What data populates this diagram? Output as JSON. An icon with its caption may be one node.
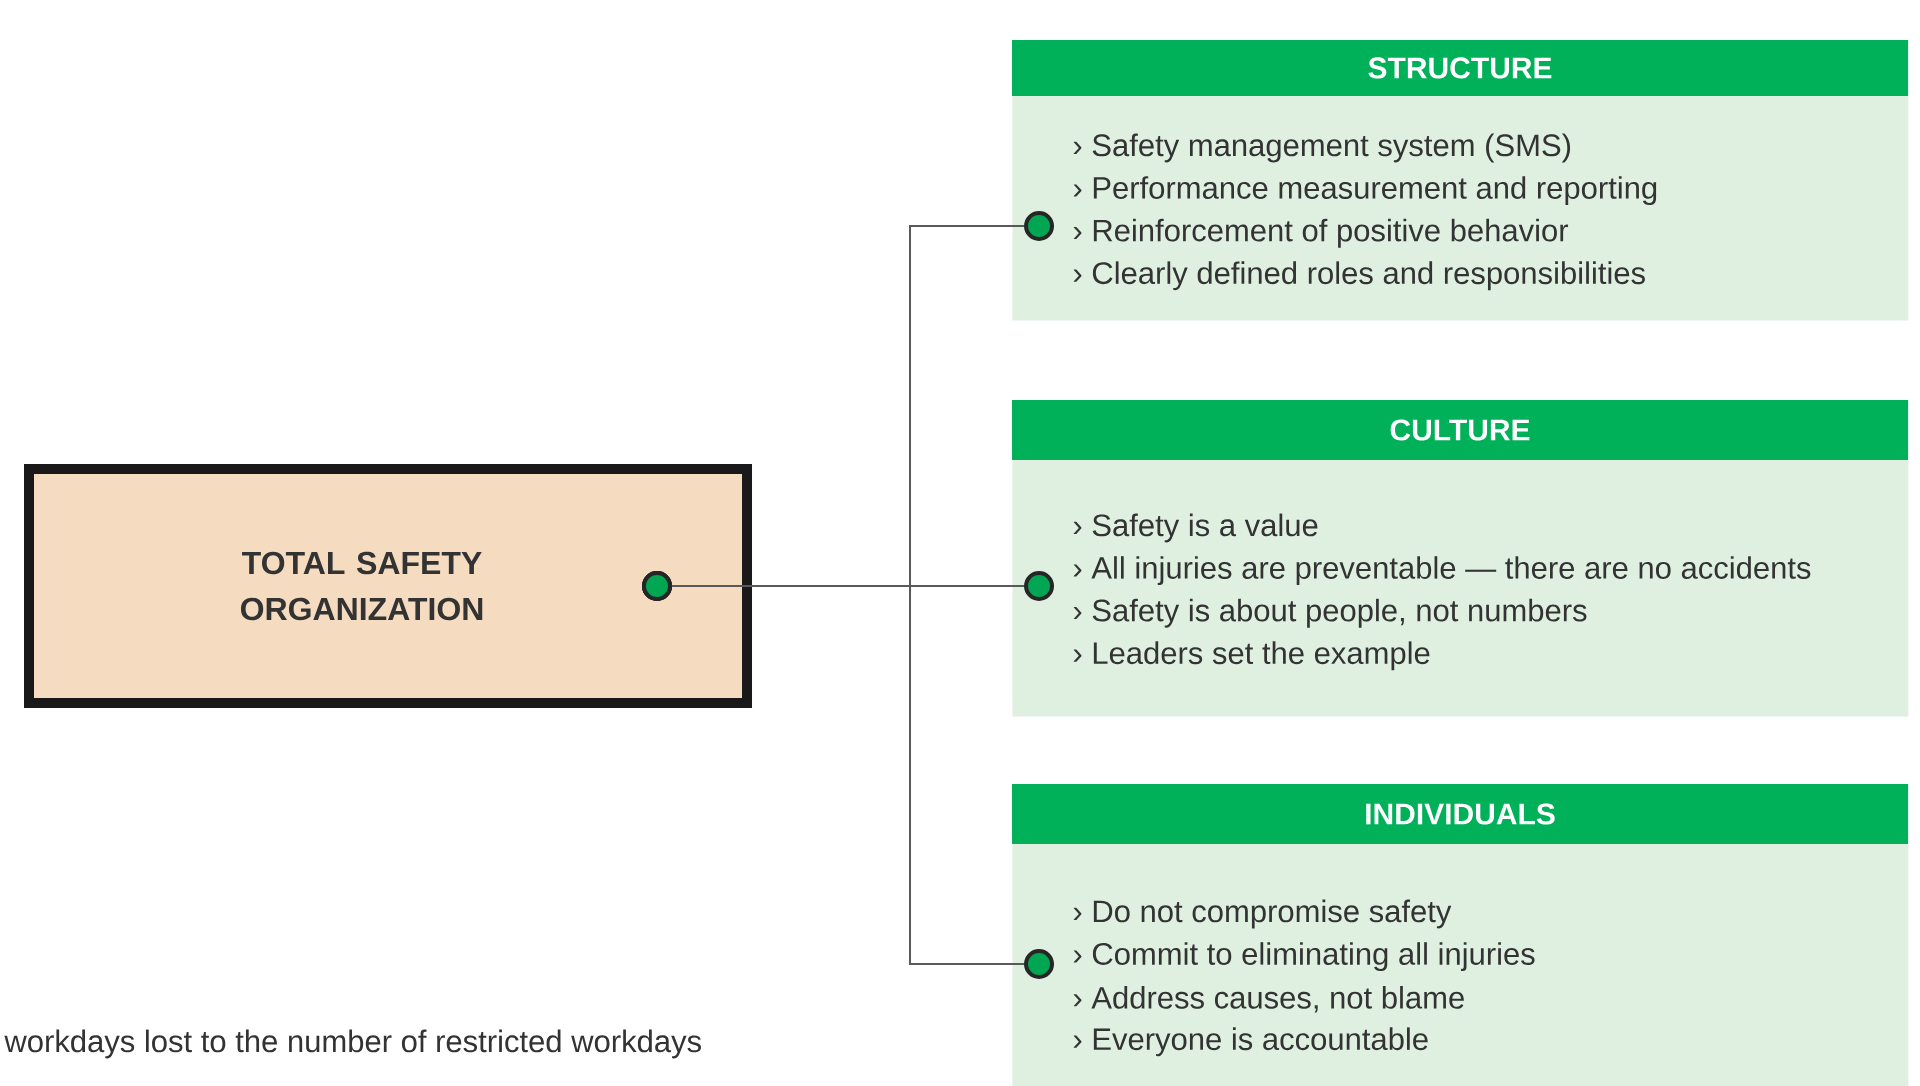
{
  "diagram": {
    "nodes": [
      {
        "text": [
          "TOTAL SAFETY ORGANIZATION"
        ]
      },
      {
        "text": [
          "STRUCTURE",
          "› Safety management system (SMS)",
          "› Performance measurement and reporting",
          "› Reinforcement of positive behavior",
          "› Clearly defined roles and responsibilities"
        ]
      },
      {
        "text": [
          "CULTURE",
          "› Safety is a value",
          "› All injuries are preventable — there are no accidents",
          "› Safety is about people, not numbers",
          "› Leaders set the example"
        ]
      },
      {
        "text": [
          "INDIVIDUALS",
          "› Do not compromise safety",
          "› Commit to eliminating all injuries",
          "› Address causes, not blame",
          "› Everyone is accountable"
        ]
      }
    ],
    "edges": [
      {
        "from": 0,
        "to": 1,
        "arrow": "other"
      },
      {
        "from": 0,
        "to": 2,
        "arrow": "other"
      },
      {
        "from": 0,
        "to": 3,
        "arrow": "other"
      }
    ],
    "labels": [
      "workdays lost to the number of restricted workdays"
    ]
  }
}
